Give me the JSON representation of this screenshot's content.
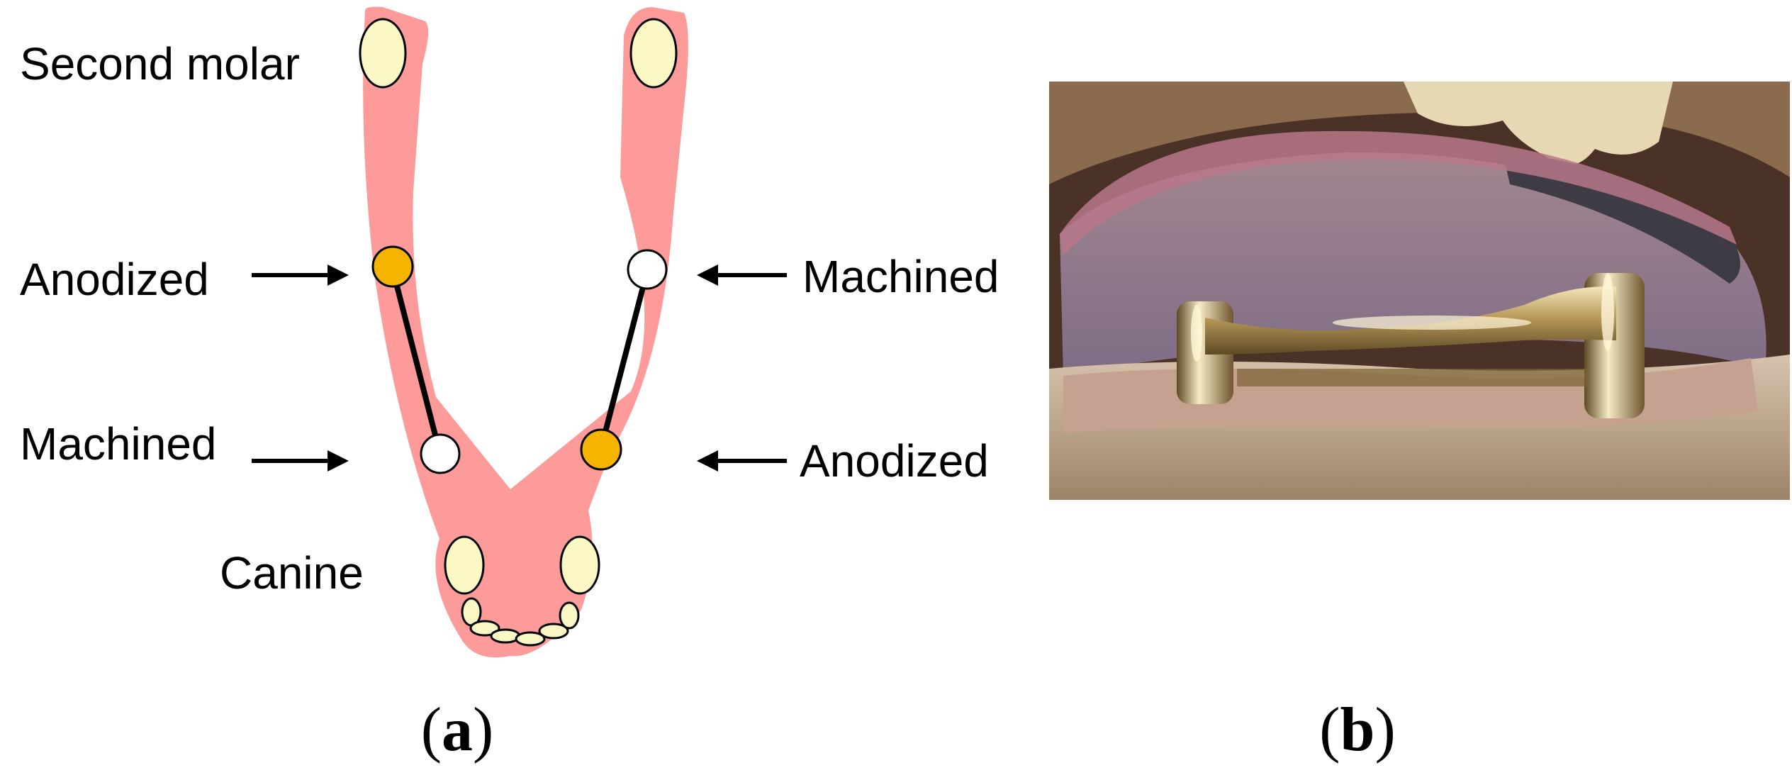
{
  "panel_a": {
    "labels": {
      "second_molar": "Second molar",
      "anodized_left": "Anodized",
      "machined_left": "Machined",
      "machined_right": "Machined",
      "anodized_right": "Anodized",
      "canine": "Canine"
    },
    "caption_open": "(",
    "caption_letter": "a",
    "caption_close": ")"
  },
  "panel_b": {
    "caption_open": "(",
    "caption_letter": "b",
    "caption_close": ")"
  },
  "colors": {
    "gum": "#fd9a9a",
    "tooth": "#fbf8c6",
    "anodized": "#f4b400",
    "machined": "#ffffff"
  }
}
